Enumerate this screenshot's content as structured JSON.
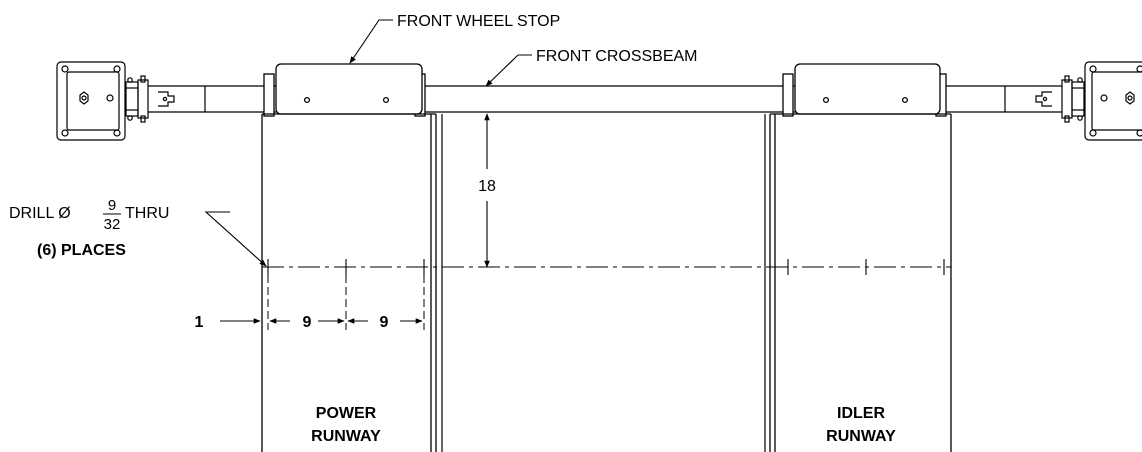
{
  "callouts": {
    "front_wheel_stop": "FRONT WHEEL STOP",
    "front_crossbeam": "FRONT CROSSBEAM"
  },
  "drill_note": {
    "prefix": "DRILL Ø",
    "numerator": "9",
    "denominator": "32",
    "suffix": "THRU",
    "places": "(6) PLACES"
  },
  "dimensions": {
    "vertical": "18",
    "edge_offset": "1",
    "spacing_1": "9",
    "spacing_2": "9"
  },
  "runways": {
    "power": {
      "line1": "POWER",
      "line2": "RUNWAY"
    },
    "idler": {
      "line1": "IDLER",
      "line2": "RUNWAY"
    }
  },
  "colors": {
    "line": "#000000",
    "background": "#ffffff"
  }
}
